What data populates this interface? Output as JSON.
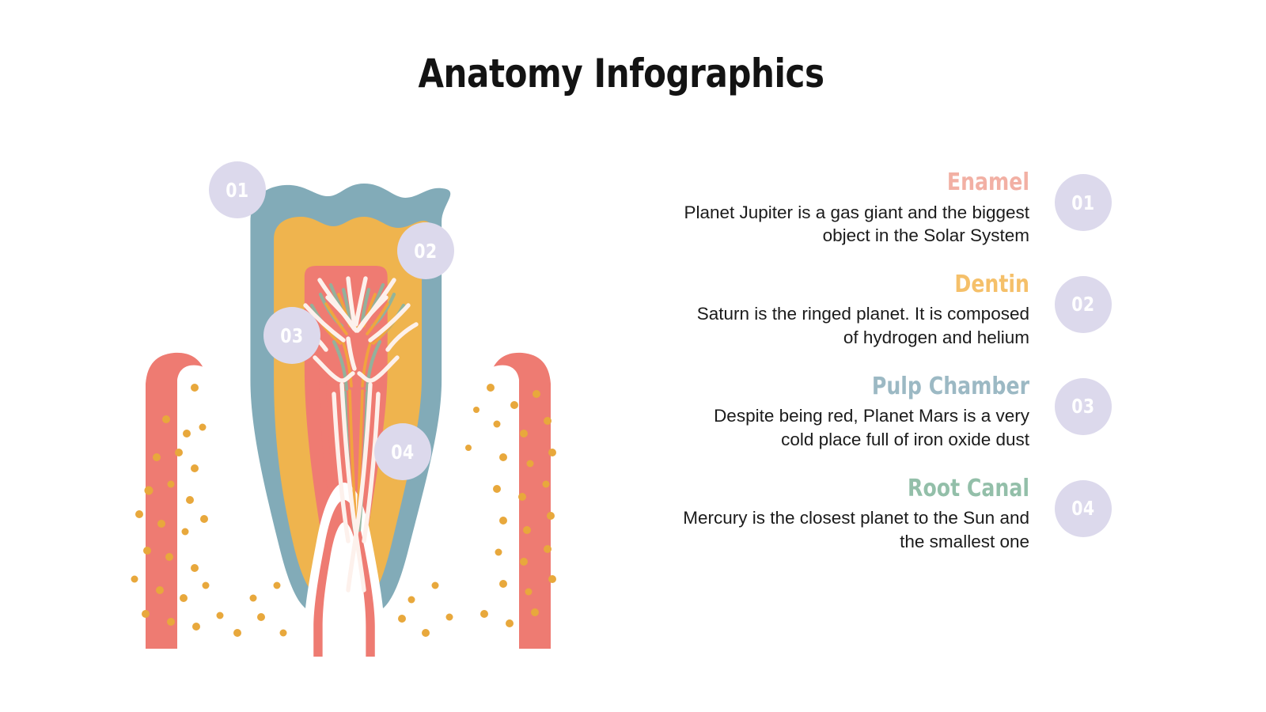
{
  "slide": {
    "title": "Anatomy Infographics",
    "background_color": "#ffffff"
  },
  "palette": {
    "enamel": "#82abb8",
    "dentin": "#efb44e",
    "pulp": "#ef7b72",
    "gum": "#ee7b72",
    "bone_dot": "#e8a83c",
    "nerve_white": "#fdf1ec",
    "vessel_green": "#8fb49e",
    "vessel_orange": "#f2a63c",
    "badge_bg": "#dcd9ec",
    "badge_text": "#ffffff",
    "body_text": "#1b1b1b",
    "title_text": "#131313"
  },
  "diagram": {
    "name": "tooth-cross-section",
    "badges": [
      {
        "number": "01",
        "target": "enamel"
      },
      {
        "number": "02",
        "target": "dentin"
      },
      {
        "number": "03",
        "target": "pulp-chamber"
      },
      {
        "number": "04",
        "target": "root-canal"
      }
    ]
  },
  "content": {
    "items": [
      {
        "number": "01",
        "title": "Enamel",
        "title_color": "#f2b0a4",
        "description": "Planet Jupiter is a gas giant and the biggest object in the Solar System"
      },
      {
        "number": "02",
        "title": "Dentin",
        "title_color": "#f5c06a",
        "description": "Saturn is the ringed planet. It is composed of hydrogen and helium"
      },
      {
        "number": "03",
        "title": "Pulp Chamber",
        "title_color": "#9cb9c4",
        "description": "Despite being red, Planet Mars is a very cold place full of iron oxide dust"
      },
      {
        "number": "04",
        "title": "Root Canal",
        "title_color": "#93bfa9",
        "description": "Mercury is the closest planet to the Sun and the smallest one"
      }
    ]
  }
}
